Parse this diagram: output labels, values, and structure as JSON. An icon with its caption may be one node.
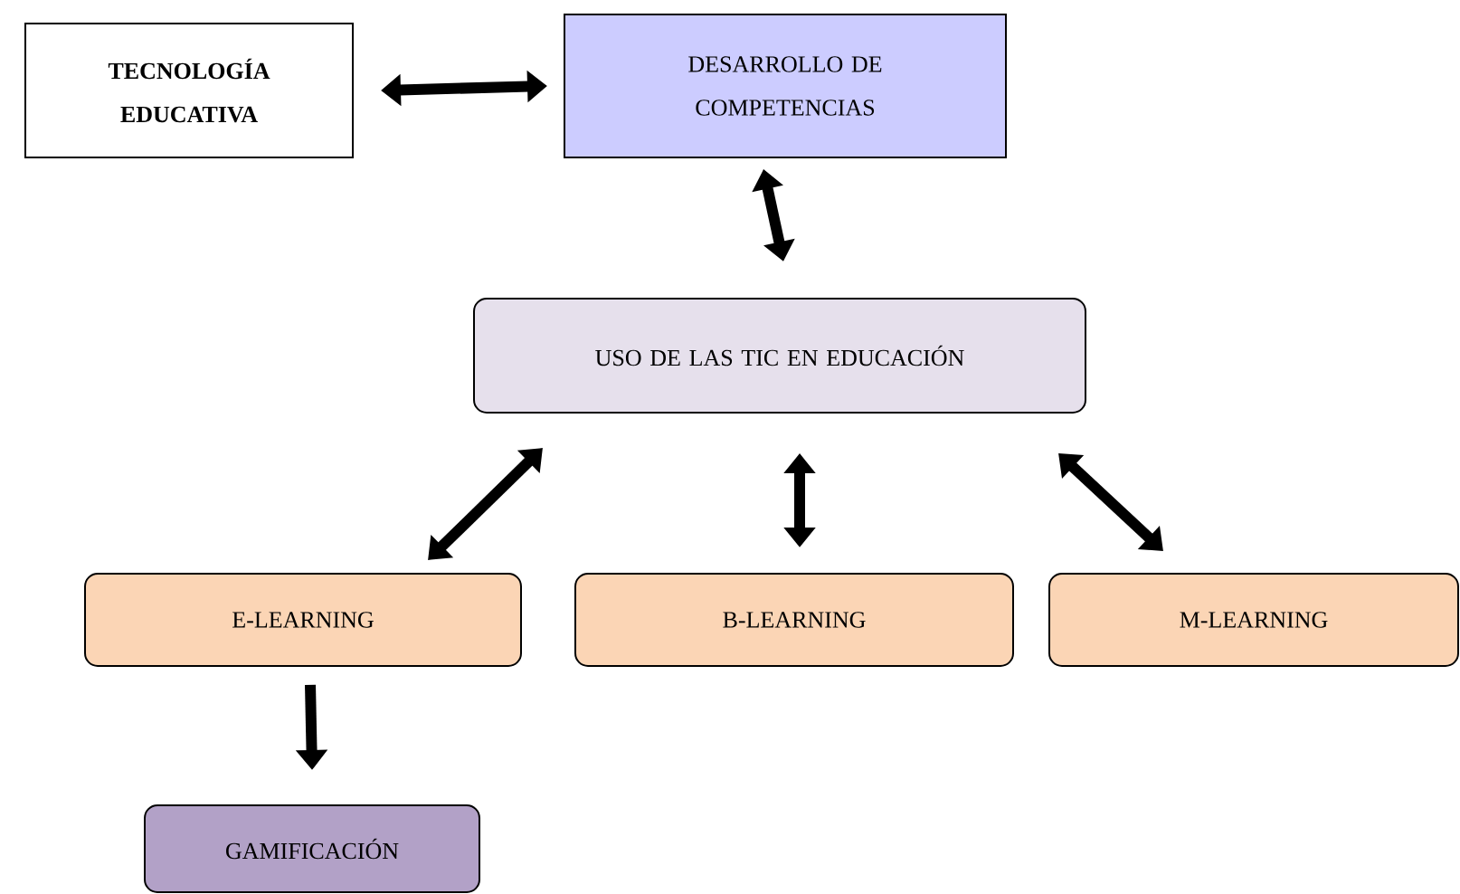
{
  "diagram": {
    "nodes": [
      {
        "text": [
          "TECNOLOGÍA EDUCATIVA"
        ]
      },
      {
        "text": [
          "DESARROLLO DE COMPETENCIAS"
        ]
      },
      {
        "text": [
          "USO DE LAS TIC EN EDUCACIÓN"
        ]
      },
      {
        "text": [
          "E-LEARNING"
        ]
      },
      {
        "text": [
          "B-LEARNING"
        ]
      },
      {
        "text": [
          "M-LEARNING"
        ]
      },
      {
        "text": [
          "GAMIFICACIÓN"
        ]
      }
    ],
    "edges": [
      {
        "from": 0,
        "to": 1,
        "arrow": "both"
      },
      {
        "from": 1,
        "to": 2,
        "arrow": "both"
      },
      {
        "from": 2,
        "to": 3,
        "arrow": "both"
      },
      {
        "from": 2,
        "to": 4,
        "arrow": "both"
      },
      {
        "from": 2,
        "to": 5,
        "arrow": "both"
      },
      {
        "from": 3,
        "to": 6,
        "arrow": "to"
      }
    ]
  }
}
